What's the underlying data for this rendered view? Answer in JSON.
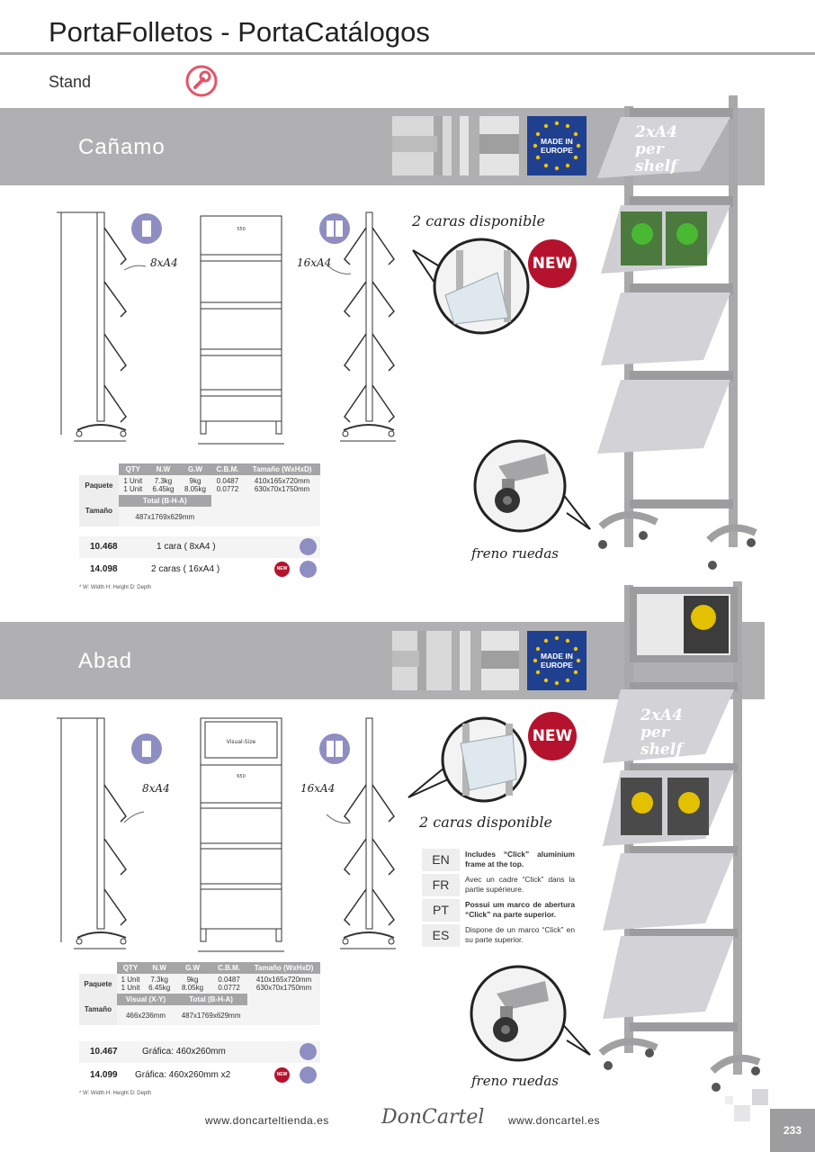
{
  "header": {
    "title": "PortaFolletos - PortaCatálogos",
    "category": "Stand"
  },
  "colors": {
    "band": "#b0b0b2",
    "accent": "#e0566b",
    "new": "#b5132d",
    "icon": "#8e8ec2",
    "eu_blue": "#1f3f8f"
  },
  "icons": {
    "category": "wrench-icon",
    "single_sided": "single-page-icon",
    "double_sided": "double-page-icon"
  },
  "products": [
    {
      "name": "Cañamo",
      "badge": {
        "line1": "MADE IN",
        "line2": "EUROPE"
      },
      "annotations": {
        "single": "8xA4",
        "double": "16xA4",
        "sides": "2 caras disponible",
        "new": "NEW",
        "brake": "freno ruedas",
        "shelf": "2xA4 per shelf",
        "drawing_width": "550"
      },
      "table": {
        "headers": [
          "QTY",
          "N.W",
          "G.W",
          "C.B.M.",
          "Tamaño (WxHxD)"
        ],
        "paquete_label": "Paquete",
        "rows": [
          [
            "1 Unit",
            "7.3kg",
            "9kg",
            "0.0487",
            "410x165x720mm"
          ],
          [
            "1 Unit",
            "6.45kg",
            "8.05kg",
            "0.0772",
            "630x70x1750mm"
          ]
        ],
        "size_label": "Tamaño",
        "size_headers": [
          "Total (B-H-A)"
        ],
        "size_values": [
          "487x1769x629mm"
        ]
      },
      "refs": [
        {
          "code": "10.468",
          "desc": "1 cara ( 8xA4 )"
        },
        {
          "code": "14.098",
          "desc": "2 caras ( 16xA4 )",
          "new": "NEW"
        }
      ],
      "footnote": "* W: Width  H: Height  D: Depth"
    },
    {
      "name": "Abad",
      "badge": {
        "line1": "MADE IN",
        "line2": "EUROPE"
      },
      "annotations": {
        "single": "8xA4",
        "double": "16xA4",
        "sides": "2 caras disponible",
        "new": "NEW",
        "brake": "freno ruedas",
        "shelf": "2xA4 per shelf",
        "drawing_width": "650",
        "visual": "Visual-Size"
      },
      "languages": [
        {
          "code": "EN",
          "text": "Includes “Click” aluminium frame at the top."
        },
        {
          "code": "FR",
          "text": "Avec un cadre “Click” dans la partie supérieure."
        },
        {
          "code": "PT",
          "text": "Possui um marco de abertura “Click” na parte superior."
        },
        {
          "code": "ES",
          "text": "Dispone de un marco “Click” en su parte superior."
        }
      ],
      "table": {
        "headers": [
          "QTY",
          "N.W",
          "G.W",
          "C.B.M.",
          "Tamaño (WxHxD)"
        ],
        "paquete_label": "Paquete",
        "rows": [
          [
            "1 Unit",
            "7.3kg",
            "9kg",
            "0.0487",
            "410x165x720mm"
          ],
          [
            "1 Unit",
            "6.45kg",
            "8.05kg",
            "0.0772",
            "630x70x1750mm"
          ]
        ],
        "size_label": "Tamaño",
        "size_headers": [
          "Visual (X-Y)",
          "Total (B-H-A)"
        ],
        "size_values": [
          "466x236mm",
          "487x1769x629mm"
        ]
      },
      "refs": [
        {
          "code": "10.467",
          "desc": "Gráfica: 460x260mm"
        },
        {
          "code": "14.099",
          "desc": "Gráfica: 460x260mm x2",
          "new": "NEW"
        }
      ],
      "footnote": "* W: Width  H: Height  D: Depth"
    }
  ],
  "footer": {
    "left_url": "www.doncarteltienda.es",
    "brand": "DonCartel",
    "right_url": "www.doncartel.es",
    "page": "233"
  }
}
